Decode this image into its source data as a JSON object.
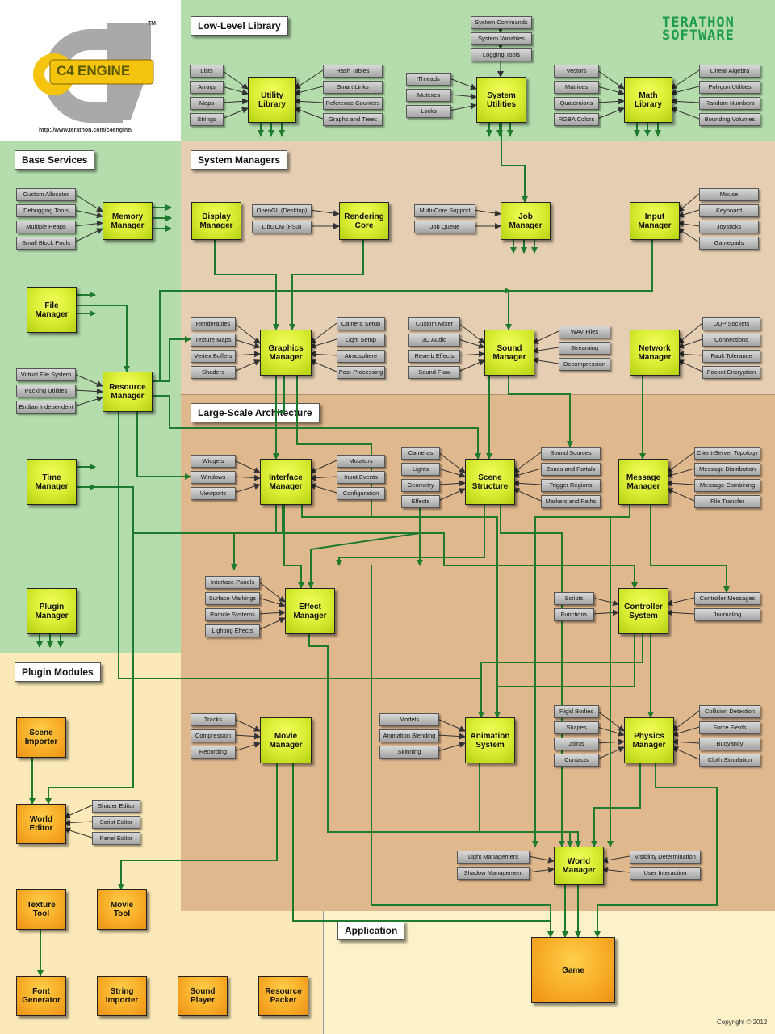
{
  "logo": {
    "tm": "TM",
    "badge": "C4",
    "word": "ENGINE",
    "url": "http://www.terathon.com/c4engine/"
  },
  "brand": "TERATHON\nSOFTWARE",
  "copyright": "Copyright © 2012",
  "colors": {
    "top_left": "#ffffff",
    "low_level": "#b4dcad",
    "base_services": "#b4dcad",
    "system_managers": "#e5ceb1",
    "large_scale": "#e0b88e",
    "plugin_modules": "#fbe9b9",
    "application": "#fbf2c9",
    "wire": "#1d7a2e",
    "manager_box": "#d6ec2c",
    "tool_box": "#f8a826",
    "sub_box": "#b8b8b8"
  },
  "sections": {
    "low_level": "Low-Level Library",
    "base_services": "Base Services",
    "system_managers": "System Managers",
    "large_scale": "Large-Scale Architecture",
    "plugin_modules": "Plugin Modules",
    "application": "Application"
  },
  "managers": [
    {
      "id": "utility_library",
      "label": "Utility\nLibrary",
      "color": "green"
    },
    {
      "id": "system_utilities",
      "label": "System\nUtilities",
      "color": "green"
    },
    {
      "id": "math_library",
      "label": "Math\nLibrary",
      "color": "green"
    },
    {
      "id": "memory_manager",
      "label": "Memory\nManager",
      "color": "green"
    },
    {
      "id": "display_manager",
      "label": "Display\nManager",
      "color": "green"
    },
    {
      "id": "rendering_core",
      "label": "Rendering\nCore",
      "color": "green"
    },
    {
      "id": "job_manager",
      "label": "Job\nManager",
      "color": "green"
    },
    {
      "id": "input_manager",
      "label": "Input\nManager",
      "color": "green"
    },
    {
      "id": "file_manager",
      "label": "File\nManager",
      "color": "green"
    },
    {
      "id": "graphics_manager",
      "label": "Graphics\nManager",
      "color": "green"
    },
    {
      "id": "sound_manager",
      "label": "Sound\nManager",
      "color": "green"
    },
    {
      "id": "network_manager",
      "label": "Network\nManager",
      "color": "green"
    },
    {
      "id": "resource_manager",
      "label": "Resource\nManager",
      "color": "green"
    },
    {
      "id": "time_manager",
      "label": "Time\nManager",
      "color": "green"
    },
    {
      "id": "interface_manager",
      "label": "Interface\nManager",
      "color": "green"
    },
    {
      "id": "scene_structure",
      "label": "Scene\nStructure",
      "color": "green"
    },
    {
      "id": "message_manager",
      "label": "Message\nManager",
      "color": "green"
    },
    {
      "id": "plugin_manager",
      "label": "Plugin\nManager",
      "color": "green"
    },
    {
      "id": "effect_manager",
      "label": "Effect\nManager",
      "color": "green"
    },
    {
      "id": "controller_system",
      "label": "Controller\nSystem",
      "color": "green"
    },
    {
      "id": "movie_manager",
      "label": "Movie\nManager",
      "color": "green"
    },
    {
      "id": "animation_system",
      "label": "Animation\nSystem",
      "color": "green"
    },
    {
      "id": "physics_manager",
      "label": "Physics\nManager",
      "color": "green"
    },
    {
      "id": "world_manager",
      "label": "World\nManager",
      "color": "green"
    },
    {
      "id": "scene_importer",
      "label": "Scene\nImporter",
      "color": "orange"
    },
    {
      "id": "world_editor",
      "label": "World\nEditor",
      "color": "orange"
    },
    {
      "id": "texture_tool",
      "label": "Texture\nTool",
      "color": "orange"
    },
    {
      "id": "movie_tool",
      "label": "Movie\nTool",
      "color": "orange"
    },
    {
      "id": "font_generator",
      "label": "Font\nGenerator",
      "color": "orange"
    },
    {
      "id": "string_importer",
      "label": "String\nImporter",
      "color": "orange"
    },
    {
      "id": "sound_player",
      "label": "Sound\nPlayer",
      "color": "orange"
    },
    {
      "id": "resource_packer",
      "label": "Resource\nPacker",
      "color": "orange"
    },
    {
      "id": "game",
      "label": "Game",
      "color": "orange"
    }
  ],
  "components": [
    "Lists",
    "Arrays",
    "Maps",
    "Strings",
    "Hash Tables",
    "Smart Links",
    "Reference Counters",
    "Graphs and Trees",
    "System Commands",
    "System Variables",
    "Logging Tools",
    "Threads",
    "Mutexes",
    "Locks",
    "Vectors",
    "Matrices",
    "Quaternions",
    "RGBA Colors",
    "Linear Algebra",
    "Polygon Utilities",
    "Random Numbers",
    "Bounding Volumes",
    "Custom Allocator",
    "Debugging Tools",
    "Multiple Heaps",
    "Small Block Pools",
    "OpenGL (Desktop)",
    "LibGCM (PS3)",
    "Multi-Core Support",
    "Job Queue",
    "Mouse",
    "Keyboard",
    "Joysticks",
    "Gamepads",
    "Renderables",
    "Texture Maps",
    "Vertex Buffers",
    "Shaders",
    "Camera Setup",
    "Light Setup",
    "Atmosphere",
    "Post-Processing",
    "Custom Mixer",
    "3D Audio",
    "Reverb Effects",
    "Sound Flow",
    "WAV Files",
    "Streaming",
    "Decompression",
    "UDP Sockets",
    "Connections",
    "Fault Tolerance",
    "Packet Encryption",
    "Virtual File System",
    "Packing Utilities",
    "Endian Independent",
    "Widgets",
    "Windows",
    "Viewports",
    "Mutators",
    "Input Events",
    "Configuration",
    "Cameras",
    "Lights",
    "Geometry",
    "Effects",
    "Sound Sources",
    "Zones and Portals",
    "Trigger Regions",
    "Markers and Paths",
    "Client-Server Topology",
    "Message Distribution",
    "Message Combining",
    "File Transfer",
    "Interface Panels",
    "Surface Markings",
    "Particle Systems",
    "Lighting Effects",
    "Scripts",
    "Functions",
    "Controller Messages",
    "Journaling",
    "Tracks",
    "Compression",
    "Recording",
    "Models",
    "Animation Blending",
    "Skinning",
    "Rigid Bodies",
    "Shapes",
    "Joints",
    "Contacts",
    "Collision Detection",
    "Force Fields",
    "Buoyancy",
    "Cloth Simulation",
    "Shader Editor",
    "Script Editor",
    "Panel Editor",
    "Light Management",
    "Shadow Management",
    "Visibility Determination",
    "User Interaction"
  ]
}
